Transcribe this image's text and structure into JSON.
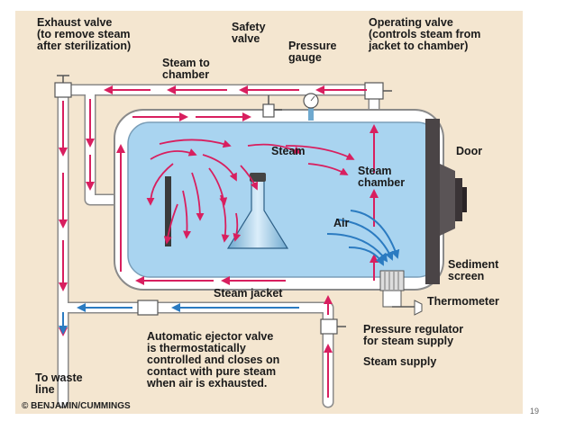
{
  "labels": {
    "exhaust_valve": "Exhaust valve\n(to remove steam\nafter sterilization)",
    "safety_valve": "Safety\nvalve",
    "pressure_gauge": "Pressure\ngauge",
    "operating_valve": "Operating valve\n(controls steam from\njacket to chamber)",
    "steam_to_chamber": "Steam to\nchamber",
    "steam": "Steam",
    "door": "Door",
    "steam_chamber": "Steam\nchamber",
    "air": "Air",
    "sediment_screen": "Sediment\nscreen",
    "steam_jacket": "Steam jacket",
    "thermometer": "Thermometer",
    "ejector_valve": "Automatic ejector valve\nis thermostatically\ncontrolled and closes on\ncontact with pure steam\nwhen air is exhausted.",
    "pressure_regulator": "Pressure regulator\nfor steam supply",
    "steam_supply": "Steam supply",
    "waste_line": "To waste\nline"
  },
  "credit": "© BENJAMIN/CUMMINGS",
  "slide_number": "19",
  "colors": {
    "background": "#f4e6d0",
    "chamber_fill": "#a9d4f0",
    "pipe": "#ffffff",
    "steam_arrow": "#d81f5f",
    "air_arrow": "#2b7bc1",
    "door": "#4a4446"
  }
}
